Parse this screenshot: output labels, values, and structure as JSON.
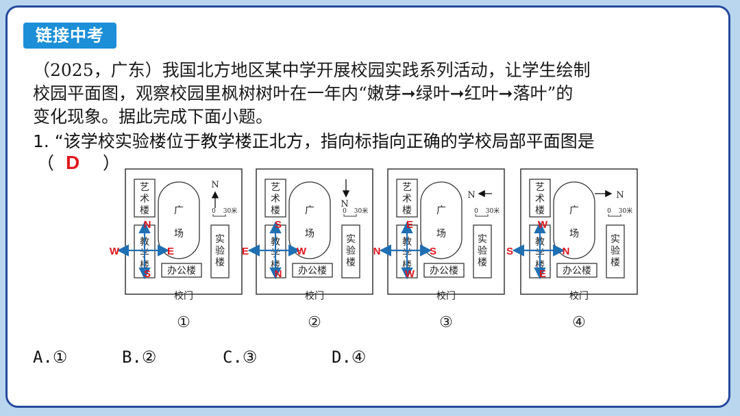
{
  "section_tag": "链接中考",
  "intro": {
    "line1": "（2025，广东）我国北方地区某中学开展校园实践系列活动，让学生绘制",
    "line2": "校园平面图，观察校园里枫树树叶在一年内“嫩芽➞绿叶➞红叶➞落叶”的",
    "line3": "变化现象。据此完成下面小题。"
  },
  "question": {
    "text": "1. “该学校实验楼位于教学楼正北方，指向标指向正确的学校局部平面图是",
    "paren_open": "（",
    "answer": "D",
    "paren_close": "）"
  },
  "map_common": {
    "art_building": [
      "艺",
      "术",
      "楼"
    ],
    "plaza": [
      "广",
      "场"
    ],
    "lab_building": [
      "实",
      "验",
      "楼"
    ],
    "teaching_building": [
      "教",
      "学",
      "楼"
    ],
    "office_building": "办公楼",
    "gate": "校门",
    "north": "N",
    "scale_zero": "0",
    "scale_length": "30米"
  },
  "maps": [
    {
      "number": "①",
      "north_direction": "up",
      "labels": {
        "top": "N",
        "bottom": "S",
        "left": "W",
        "right": "E"
      }
    },
    {
      "number": "②",
      "north_direction": "down",
      "labels": {
        "top": "S",
        "bottom": "N",
        "left": "E",
        "right": "W"
      }
    },
    {
      "number": "③",
      "north_direction": "left",
      "labels": {
        "top": "E",
        "bottom": "W",
        "left": "N",
        "right": "S"
      }
    },
    {
      "number": "④",
      "north_direction": "right",
      "labels": {
        "top": "W",
        "bottom": "E",
        "left": "S",
        "right": "N"
      }
    }
  ],
  "options": [
    {
      "letter": "A.",
      "value": "①"
    },
    {
      "letter": "B.",
      "value": "②"
    },
    {
      "letter": "C.",
      "value": "③"
    },
    {
      "letter": "D.",
      "value": "④"
    }
  ],
  "colors": {
    "compass_blue": "#1f6fb3",
    "label_red": "#e0151b",
    "tag_blue": "#1c8fd8",
    "border_navy": "#24489e"
  }
}
